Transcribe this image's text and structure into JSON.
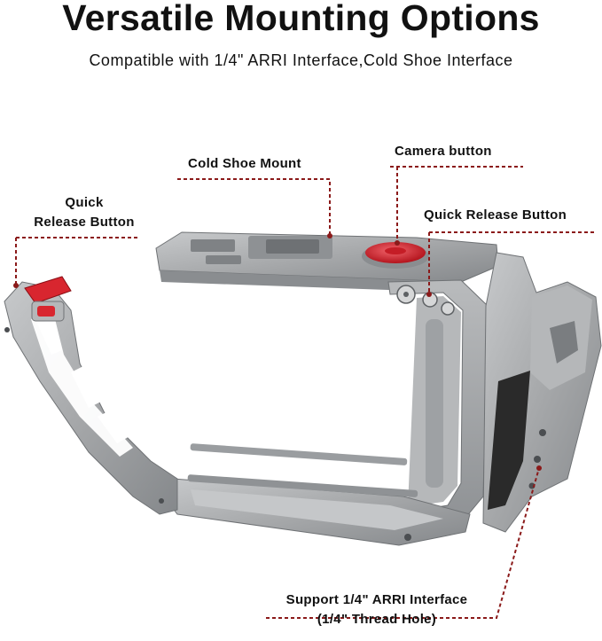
{
  "header": {
    "title": "Versatile Mounting Options",
    "subtitle": "Compatible with 1/4\" ARRI Interface,Cold Shoe Interface"
  },
  "callouts": {
    "cold_shoe": "Cold Shoe Mount",
    "camera_button": "Camera button",
    "quick_release_left_line1": "Quick",
    "quick_release_left_line2": "Release Button",
    "quick_release_right": "Quick Release Button",
    "arri_line1": "Support 1/4\" ARRI Interface",
    "arri_line2": "(1/4\" Thread Hole)"
  },
  "colors": {
    "leader_line": "#8b1a1a",
    "metal": "#a9abad",
    "metal_dark": "#7c7f82",
    "accent_red": "#d8262f",
    "pad_black": "#2a2a2a"
  },
  "icons": {
    "product": "camera-cage-photo"
  }
}
